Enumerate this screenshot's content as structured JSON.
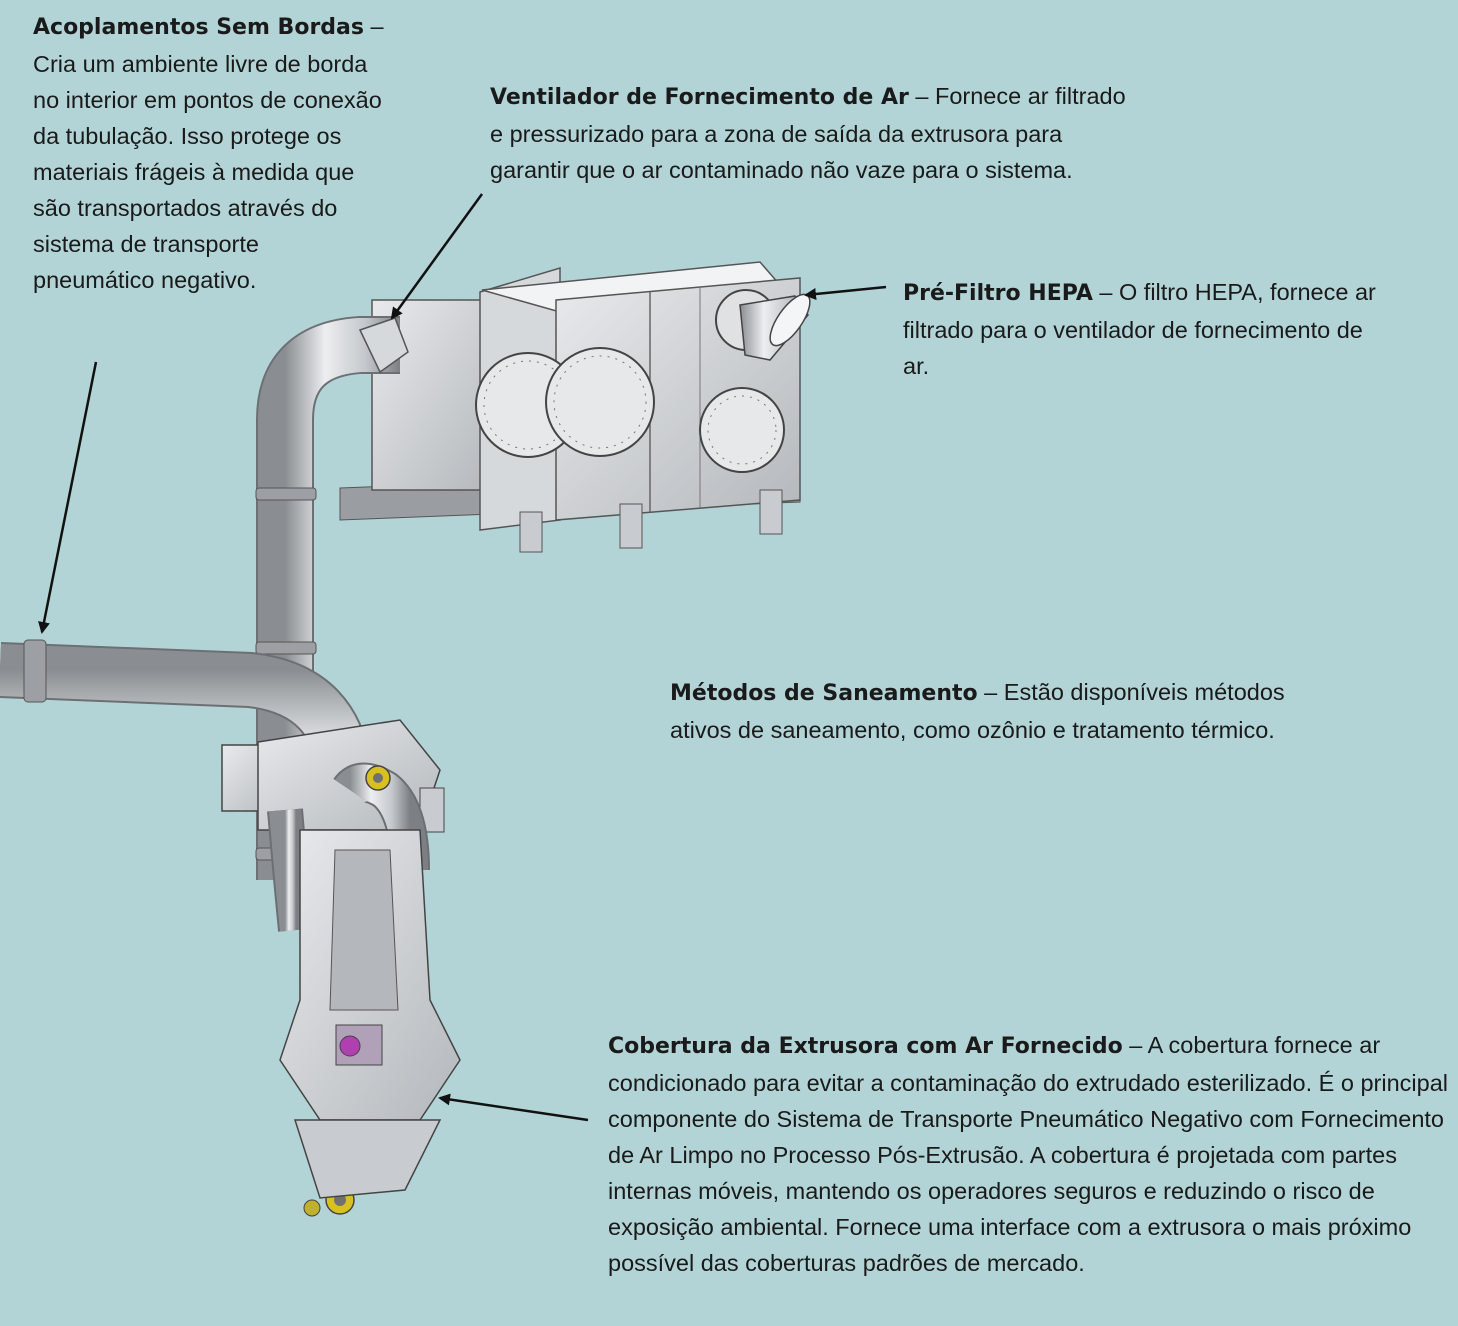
{
  "callouts": {
    "acoplamentos": {
      "title": "Acoplamentos Sem Bordas",
      "dash": " –",
      "body": "Cria um ambiente livre de borda no interior em pontos de conexão da tubulação. Isso protege os materiais frágeis à medida que são transportados através do sistema de transporte pneumático negativo."
    },
    "ventilador": {
      "title": "Ventilador de Fornecimento de Ar",
      "dash": " – ",
      "body": "Fornece ar filtrado e pressurizado para a zona de saída da extrusora para garantir que o ar contaminado não vaze para o sistema."
    },
    "prefiltro": {
      "title": "Pré-Filtro HEPA",
      "dash": " – ",
      "body": "O filtro HEPA, fornece ar filtrado para o ventilador de fornecimento de ar."
    },
    "metodos": {
      "title": "Métodos de Saneamento",
      "dash": " – ",
      "body": "Estão disponíveis métodos ativos de saneamento, como ozônio e tratamento térmico."
    },
    "cobertura": {
      "title": "Cobertura da Extrusora com Ar Fornecido",
      "dash": " – ",
      "body": "A cobertura fornece ar condicionado para evitar a contaminação do extrudado esterilizado. É o principal componente do Sistema de Transporte Pneumático Negativo com Fornecimento de Ar Limpo no Processo Pós-Extrusão. A cobertura é projetada com partes internas móveis, mantendo os operadores seguros e reduzindo o risco de exposição ambiental. Fornece uma interface com a extrusora o mais próximo possível das coberturas padrões de mercado."
    }
  },
  "colors": {
    "background": "#b2d4d6",
    "metal_light": "#e4e6e8",
    "metal_mid": "#b8bcc0",
    "metal_dark": "#6c7074",
    "accent_yellow": "#d8c020",
    "accent_magenta": "#b040b0"
  }
}
